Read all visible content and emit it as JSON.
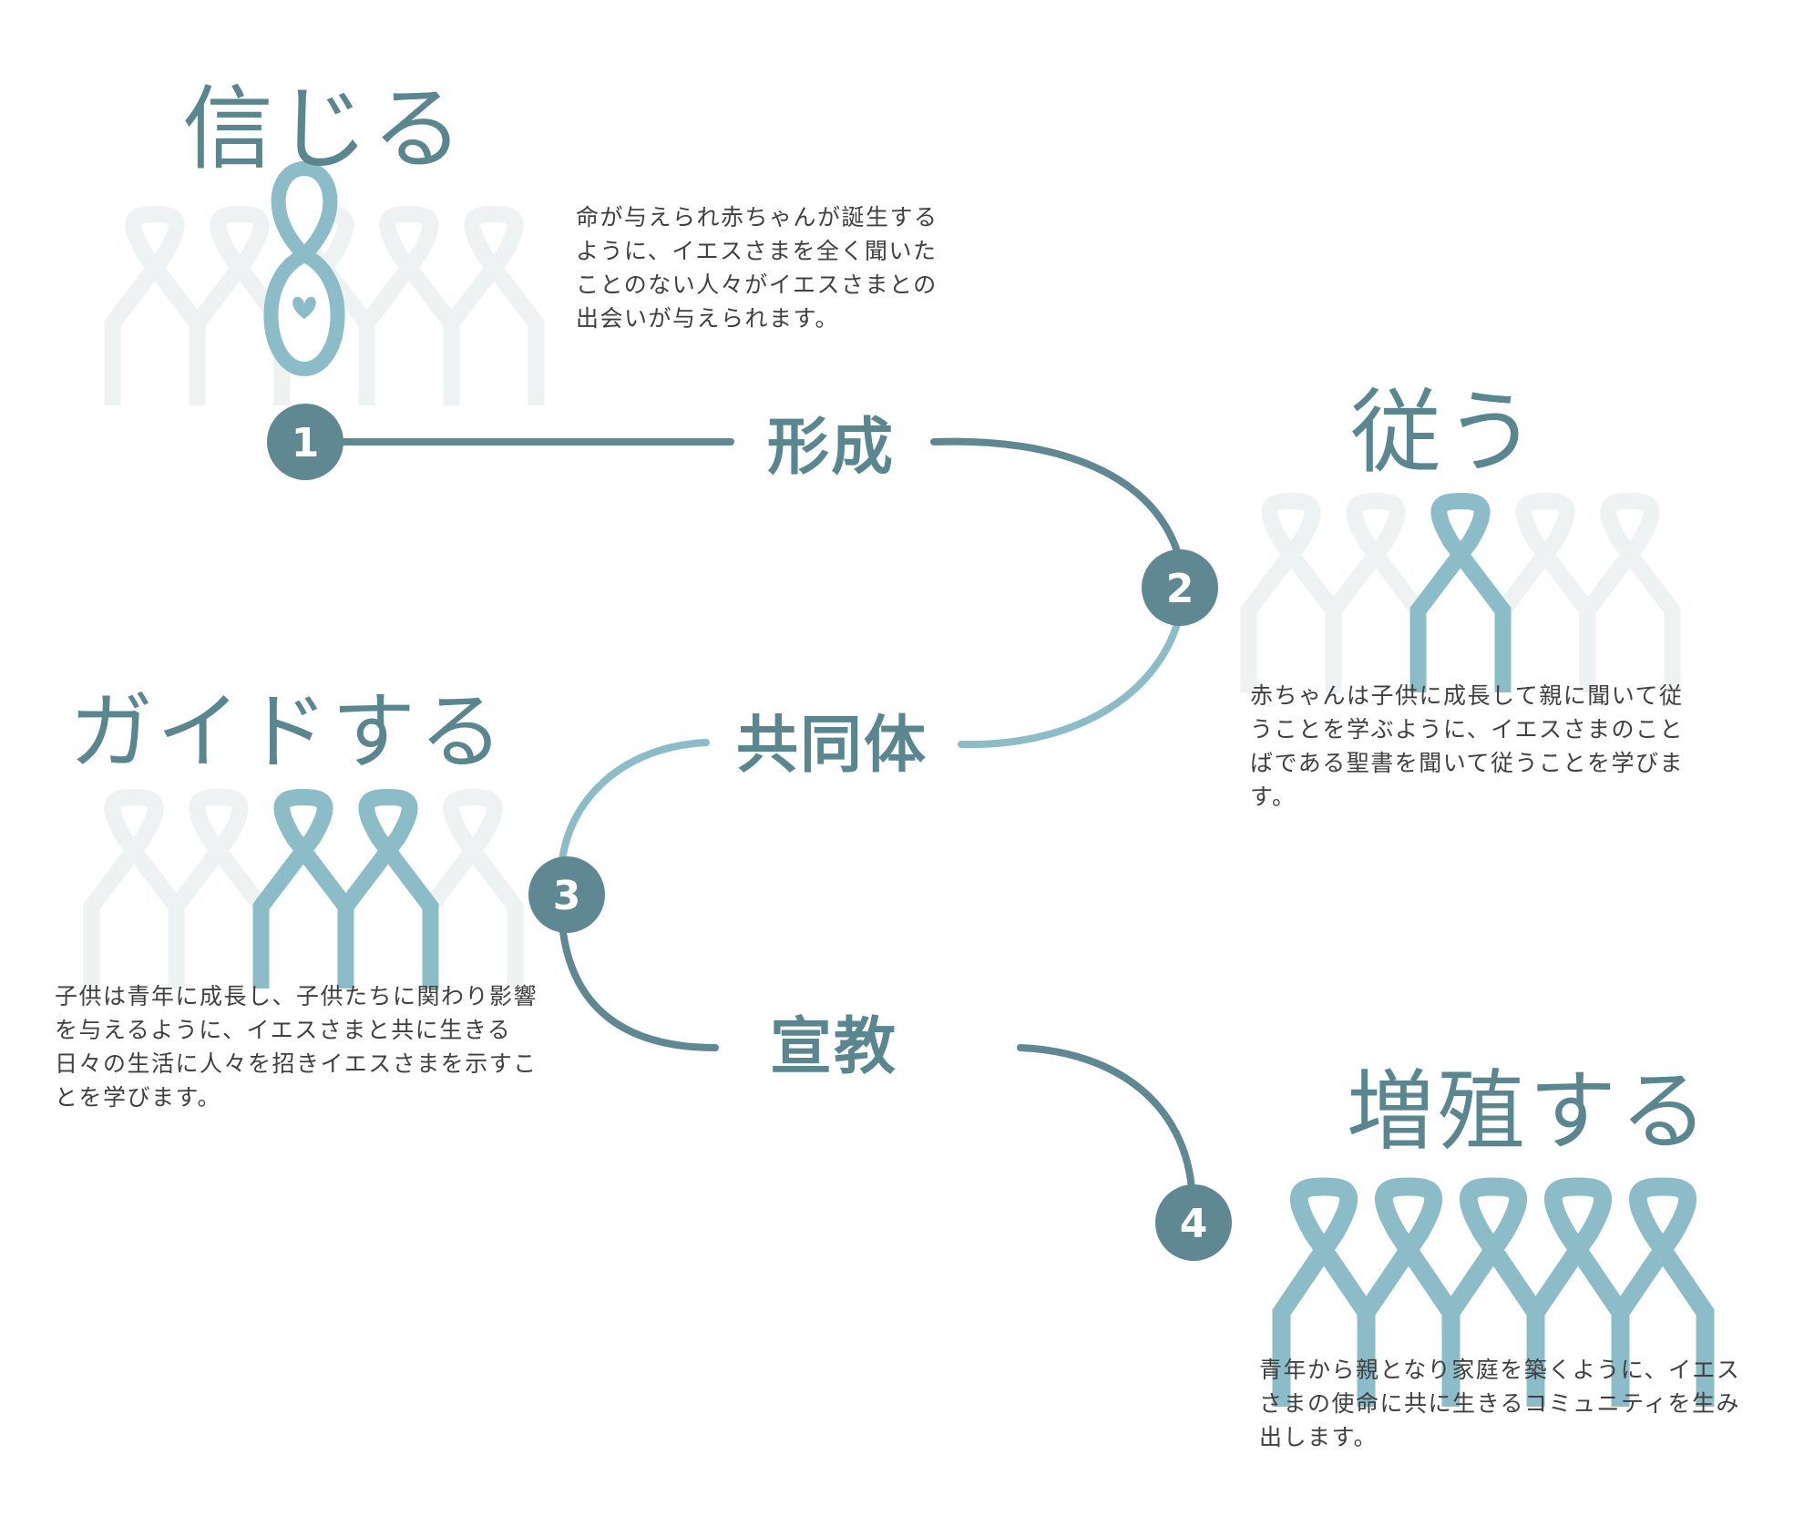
{
  "colors": {
    "dark_teal": "#5f8892",
    "light_teal": "#8bbcc7",
    "faded_figure": "#eef2f2",
    "title_color": "#5a8690",
    "text_color": "#404040"
  },
  "stages": [
    {
      "number": "1",
      "title": "信じる",
      "description": "命が与えられ赤ちゃんが誕生するように、イエスさまを全く聞いたことのない人々がイエスさまとの出会いが与えられます。",
      "highlighted_figures": 1,
      "highlight_icon": "heart-icon"
    },
    {
      "number": "2",
      "title": "従う",
      "description": "赤ちゃんは子供に成長して親に聞いて従うことを学ぶように、イエスさまのことばである聖書を聞いて従うことを学びます。",
      "highlighted_figures": 1
    },
    {
      "number": "3",
      "title": "ガイドする",
      "description": "子供は青年に成長し、子供たちに関わり影響を与えるように、イエスさまと共に生きる日々の生活に人々を招きイエスさまを示すことを学びます。",
      "highlighted_figures": 2
    },
    {
      "number": "4",
      "title": "増殖する",
      "description": "青年から親となり家庭を築くように、イエスさまの使命に共に生きるコミュニティを生み出します。",
      "highlighted_figures": 5
    }
  ],
  "phases": [
    {
      "label": "形成"
    },
    {
      "label": "共同体"
    },
    {
      "label": "宣教"
    }
  ]
}
